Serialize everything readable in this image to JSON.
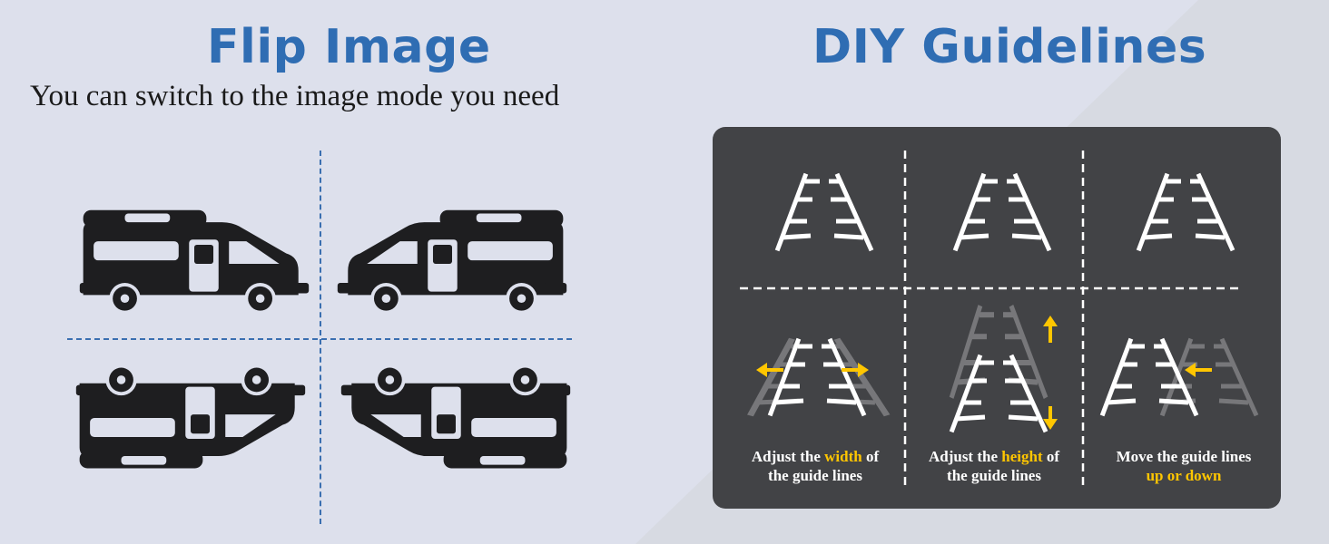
{
  "left": {
    "title": "Flip Image",
    "subtitle": "You can switch to the image mode you need",
    "vehicle_icons": [
      "rv-normal-icon",
      "rv-mirrored-icon",
      "rv-flipped-icon",
      "rv-rotated-icon"
    ]
  },
  "right": {
    "title": "DIY Guidelines",
    "captions": [
      {
        "pre": "Adjust the ",
        "highlight": "width",
        "post": " of",
        "line2": "the guide lines"
      },
      {
        "pre": "Adjust the ",
        "highlight": "height",
        "post": " of",
        "line2": "the guide lines"
      },
      {
        "pre": "Move the guide lines",
        "highlight": "up or down",
        "post": "",
        "line2": ""
      }
    ]
  },
  "colors": {
    "title": "#2f6db3",
    "background": "#dde0ec",
    "panel": "#424346",
    "highlight": "#ffc600",
    "divider": "#3a6fb0"
  }
}
